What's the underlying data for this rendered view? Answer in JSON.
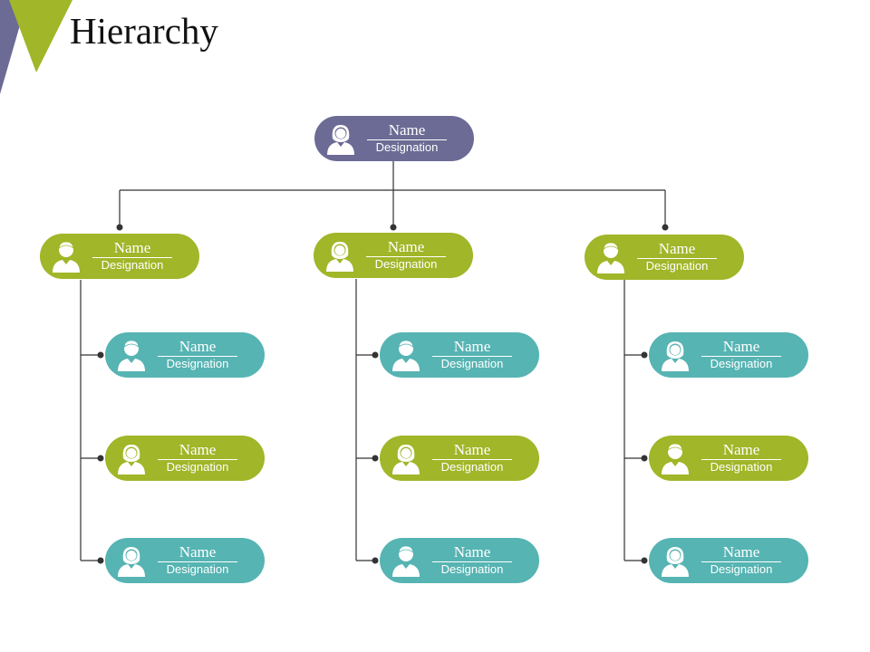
{
  "slide": {
    "title": "Hierarchy",
    "colors": {
      "root": "#6b6b95",
      "green": "#a1b628",
      "teal": "#56b4b3",
      "corner_purple": "#6b6b95",
      "corner_green": "#a1b628",
      "connector": "#333333"
    }
  },
  "nodes": {
    "root": {
      "name": "Name",
      "designation": "Designation",
      "icon": "female-user-icon"
    },
    "l1_1": {
      "name": "Name",
      "designation": "Designation",
      "icon": "male-user-icon"
    },
    "l1_2": {
      "name": "Name",
      "designation": "Designation",
      "icon": "female-user-icon"
    },
    "l1_3": {
      "name": "Name",
      "designation": "Designation",
      "icon": "male-user-icon"
    },
    "c1_1": {
      "name": "Name",
      "designation": "Designation",
      "icon": "male-user-icon"
    },
    "c1_2": {
      "name": "Name",
      "designation": "Designation",
      "icon": "female-user-icon"
    },
    "c1_3": {
      "name": "Name",
      "designation": "Designation",
      "icon": "female-user-icon"
    },
    "c2_1": {
      "name": "Name",
      "designation": "Designation",
      "icon": "male-user-icon"
    },
    "c2_2": {
      "name": "Name",
      "designation": "Designation",
      "icon": "female-user-icon"
    },
    "c2_3": {
      "name": "Name",
      "designation": "Designation",
      "icon": "male-user-icon"
    },
    "c3_1": {
      "name": "Name",
      "designation": "Designation",
      "icon": "female-user-icon"
    },
    "c3_2": {
      "name": "Name",
      "designation": "Designation",
      "icon": "male-user-icon"
    },
    "c3_3": {
      "name": "Name",
      "designation": "Designation",
      "icon": "female-user-icon"
    }
  }
}
